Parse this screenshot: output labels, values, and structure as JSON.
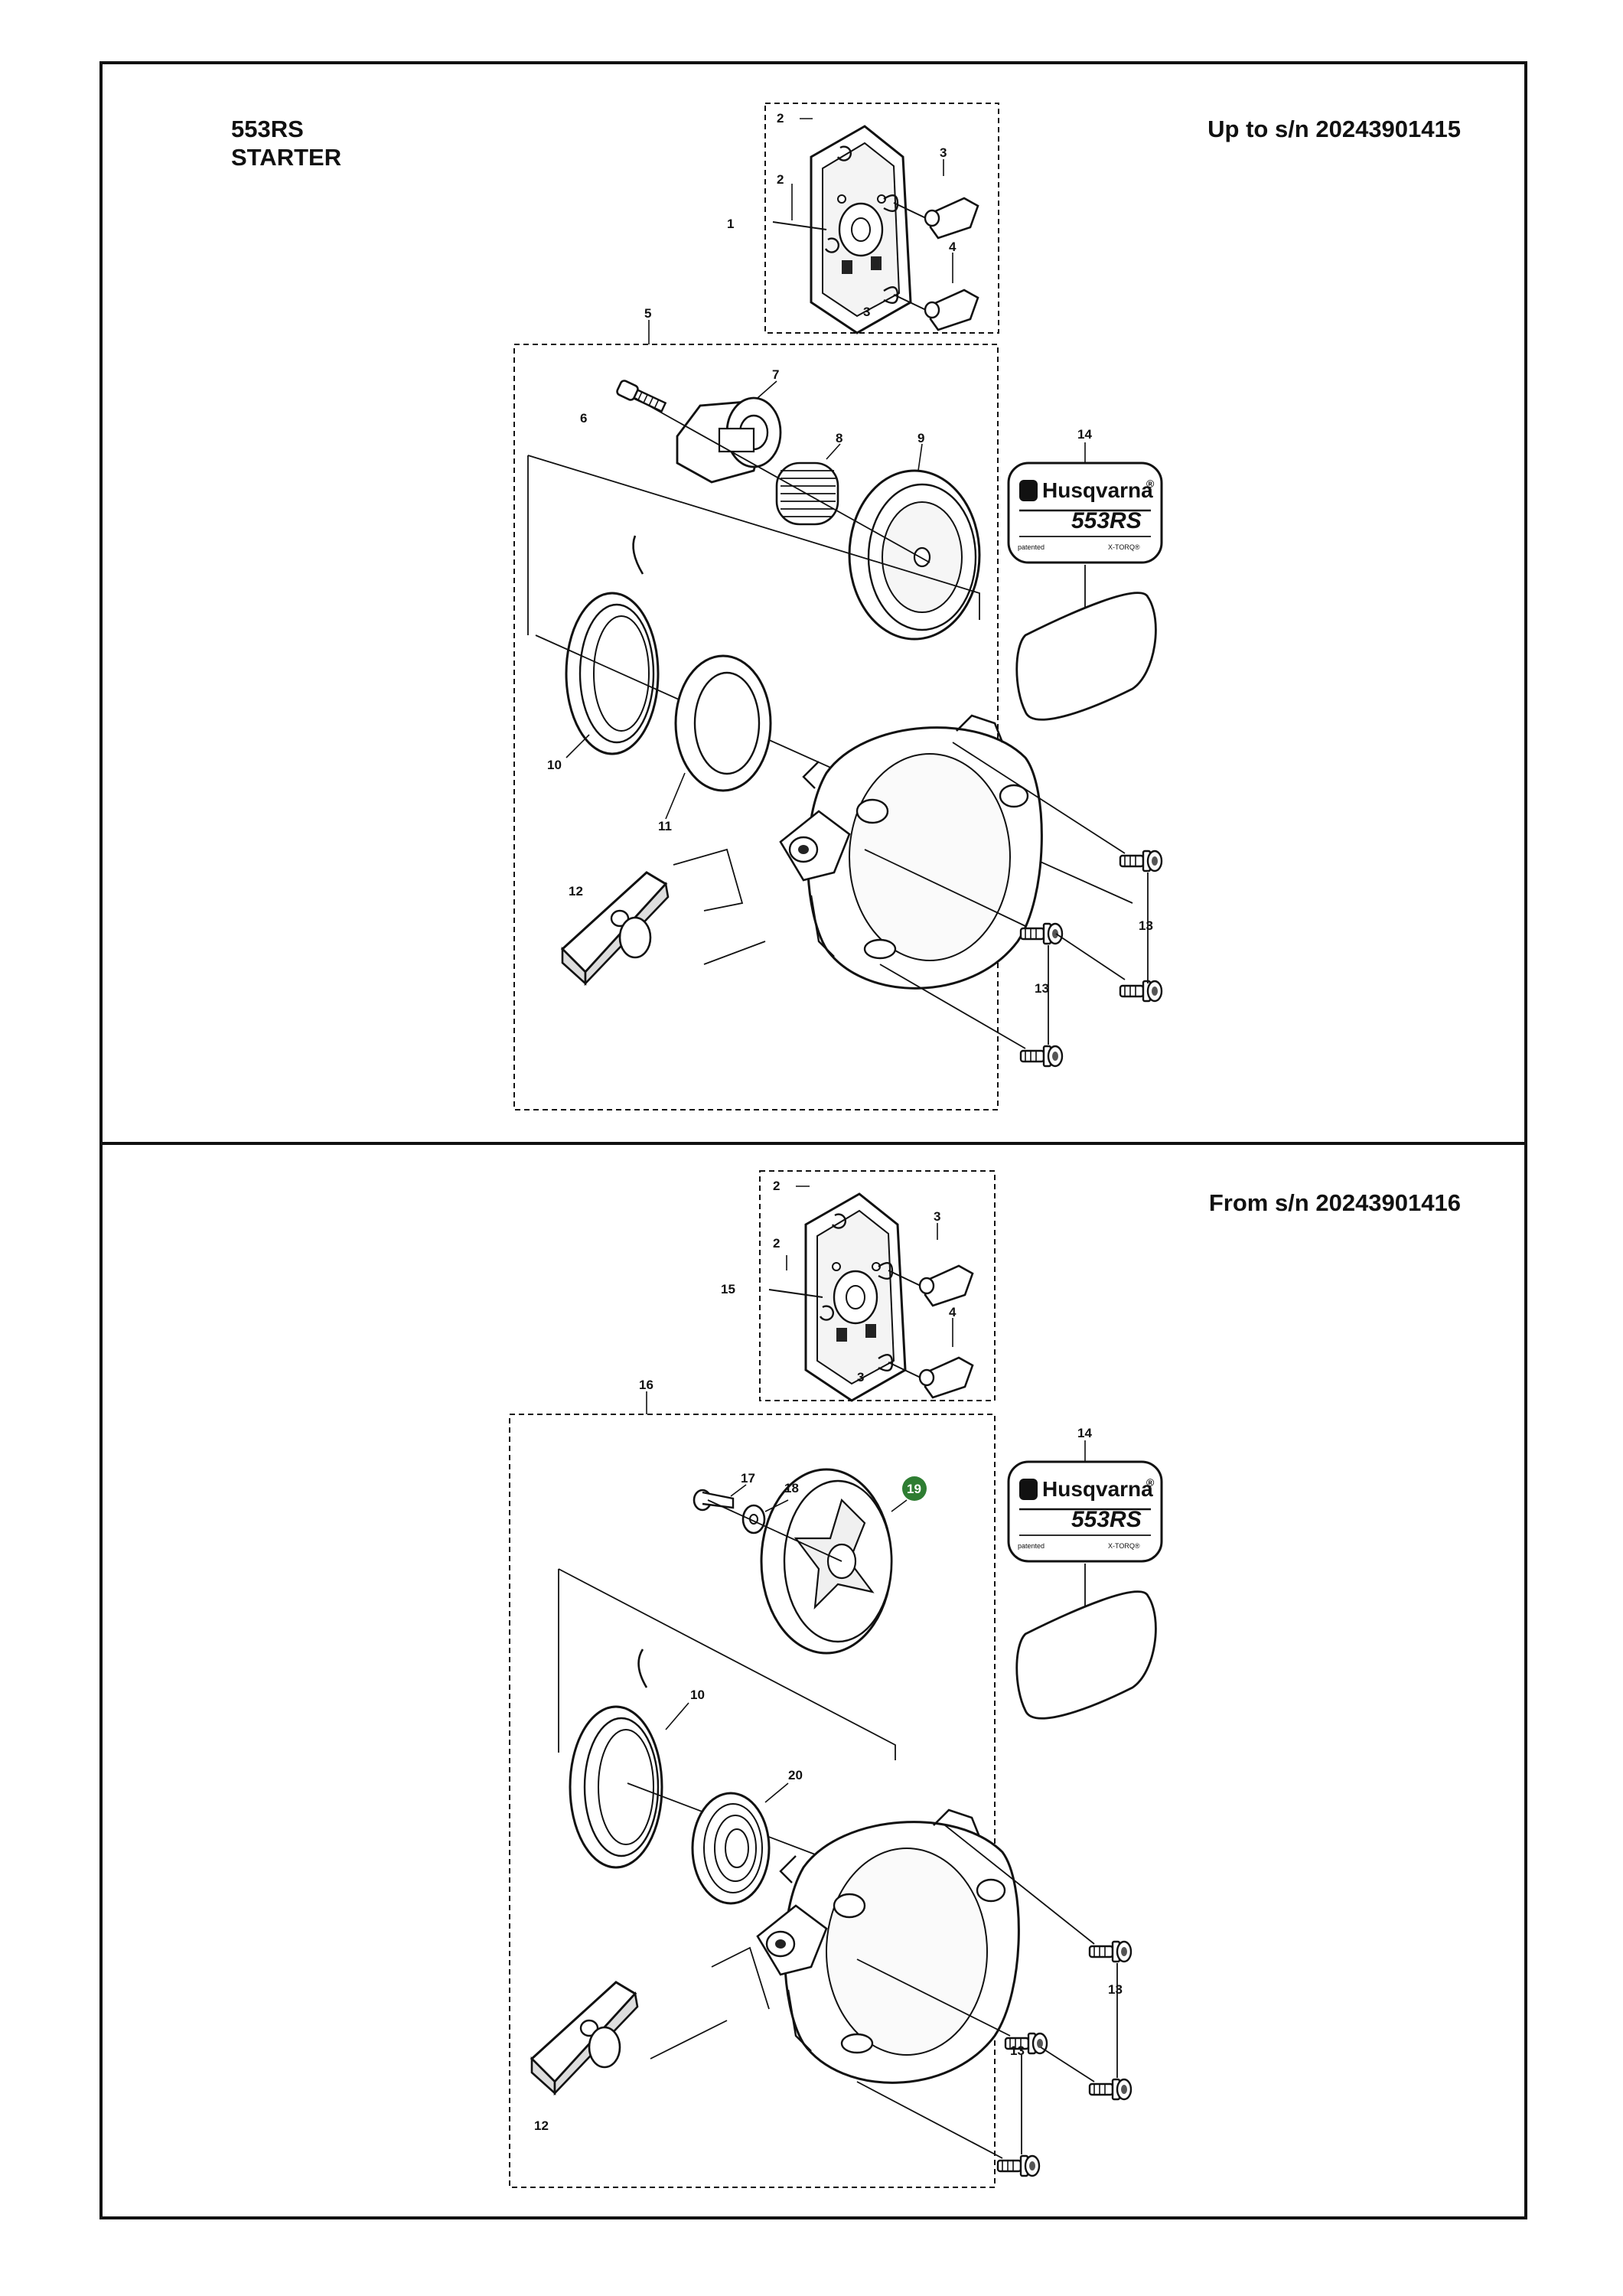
{
  "header": {
    "model": "553RS",
    "section": "STARTER"
  },
  "panels": [
    {
      "serial_note": "Up to s/n 20243901415",
      "callouts": {
        "c1": "1",
        "c2a": "2",
        "c2b": "2",
        "c3a": "3",
        "c3b": "3",
        "c4": "4",
        "c5": "5",
        "c6": "6",
        "c7": "7",
        "c8": "8",
        "c9": "9",
        "c10": "10",
        "c11": "11",
        "c12": "12",
        "c13a": "13",
        "c13b": "13",
        "c14": "14"
      }
    },
    {
      "serial_note": "From s/n 20243901416",
      "callouts": {
        "c2a": "2",
        "c2b": "2",
        "c3a": "3",
        "c3b": "3",
        "c4": "4",
        "c15": "15",
        "c16": "16",
        "c17": "17",
        "c18": "18",
        "c19": "19",
        "c10": "10",
        "c20": "20",
        "c12": "12",
        "c13a": "13",
        "c13b": "13",
        "c14": "14"
      }
    }
  ],
  "decal": {
    "brand": "Husqvarna",
    "registered": "®",
    "model": "553RS",
    "left_small": "patented",
    "right_small": "X-TORQ®"
  },
  "colors": {
    "line": "#111111",
    "highlight_badge": "#2e7d32"
  }
}
